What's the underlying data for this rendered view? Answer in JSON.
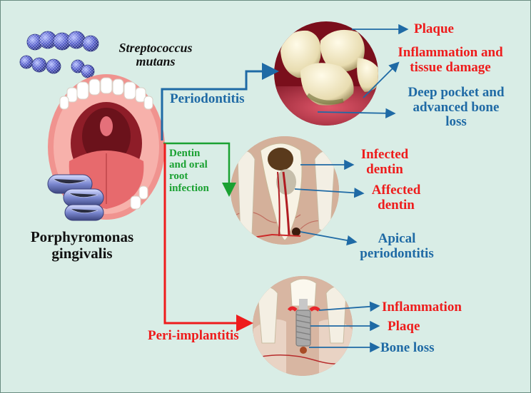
{
  "bacteria": {
    "streptococcus": {
      "line1": "Streptococcus",
      "line2": "mutans"
    },
    "porphyromonas": {
      "line1": "Porphyromonas",
      "line2": "gingivalis"
    }
  },
  "branches": {
    "periodontitis": {
      "title": "Periodontitis",
      "labels": {
        "plaque": "Plaque",
        "inflammation_1": "Inflammation and",
        "inflammation_2": "tissue damage",
        "pocket_1": "Deep pocket and",
        "pocket_2": "advanced bone",
        "pocket_3": "loss"
      }
    },
    "dentin": {
      "title_1": "Dentin",
      "title_2": "and oral",
      "title_3": "root",
      "title_4": "infection",
      "labels": {
        "infected_1": "Infected",
        "infected_2": "dentin",
        "affected_1": "Affected",
        "affected_2": "dentin",
        "apical_1": "Apical",
        "apical_2": "periodontitis"
      }
    },
    "peri_implantitis": {
      "title": "Peri-implantitis",
      "labels": {
        "inflammation": "Inflammation",
        "plaque": "Plaqe",
        "bone_loss": "Bone loss"
      }
    }
  },
  "colors": {
    "background": "#d9ede6",
    "red": "#ee1c1c",
    "blue": "#1f6aa5",
    "green": "#1aa132",
    "bacteria_cocci": "#4f58c8",
    "bacteria_rods": "#6e7fc9"
  }
}
